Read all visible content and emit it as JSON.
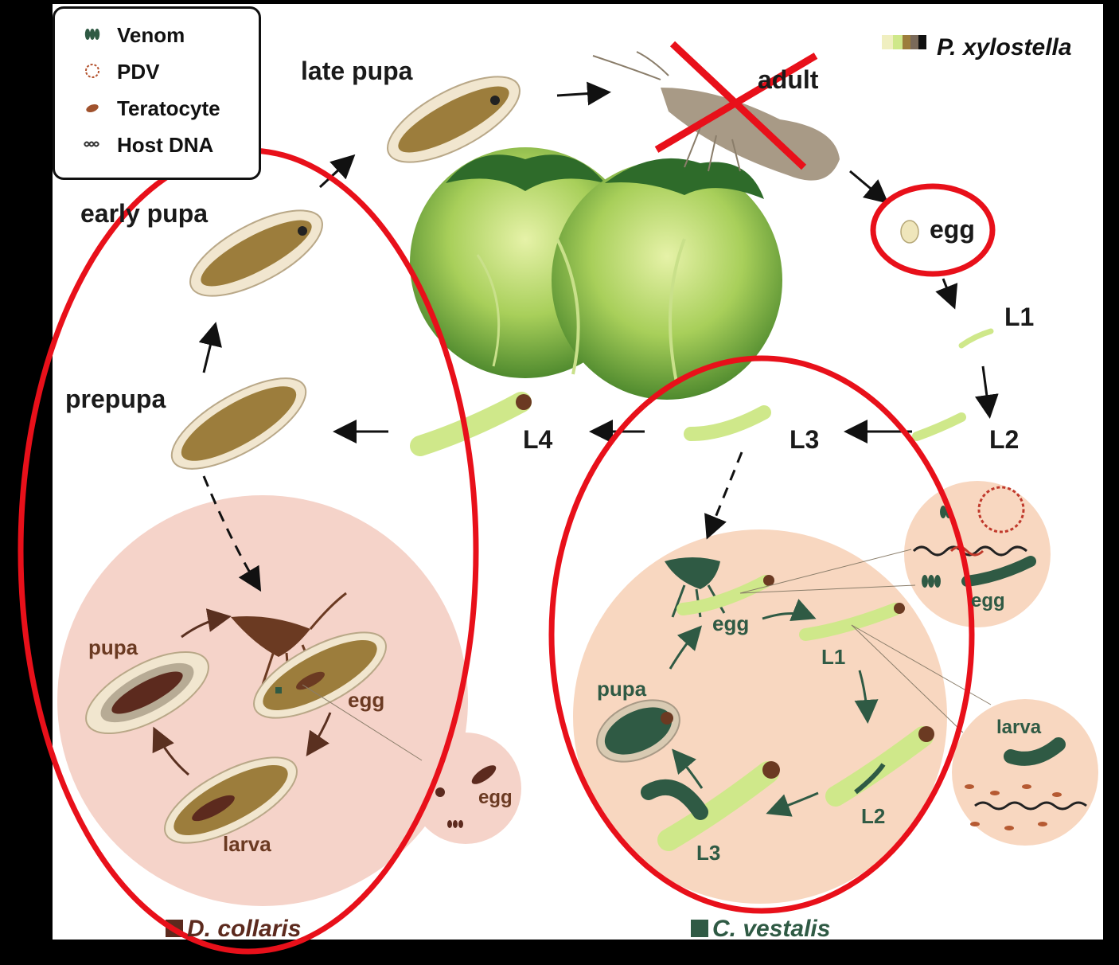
{
  "legend": {
    "items": [
      {
        "label": "Venom",
        "icon": "venom-icon",
        "color": "#2f5a44"
      },
      {
        "label": "PDV",
        "icon": "pdv-circle-icon",
        "color": "#b4532f"
      },
      {
        "label": "Teratocyte",
        "icon": "teratocyte-icon",
        "color": "#a0522d"
      },
      {
        "label": "Host DNA",
        "icon": "host-dna-icon",
        "color": "#333333"
      }
    ]
  },
  "host": {
    "species": "P. xylostella",
    "stages": {
      "late_pupa": "late pupa",
      "adult": "adult",
      "egg": "egg",
      "l1": "L1",
      "l2": "L2",
      "l3": "L3",
      "l4": "L4",
      "prepupa": "prepupa",
      "early_pupa": "early pupa"
    }
  },
  "d_collaris": {
    "species": "D. collaris",
    "labels": {
      "pupa": "pupa",
      "egg": "egg",
      "larva": "larva",
      "inset_egg": "egg"
    }
  },
  "c_vestalis": {
    "species": "C. vestalis",
    "labels": {
      "egg": "egg",
      "l1": "L1",
      "l2": "L2",
      "l3": "L3",
      "pupa": "pupa",
      "inset_egg": "egg",
      "inset_larva": "larva"
    }
  },
  "colors": {
    "annotation_red": "#e8101a",
    "host_larva": "#cfe88a",
    "pupa_brown": "#9c7d3c",
    "collaris_circle": "#f4d2c8",
    "vestalis_circle": "#f8d6bf",
    "wasp_green": "#2f5a44",
    "wasp_brown": "#6b3a22"
  }
}
